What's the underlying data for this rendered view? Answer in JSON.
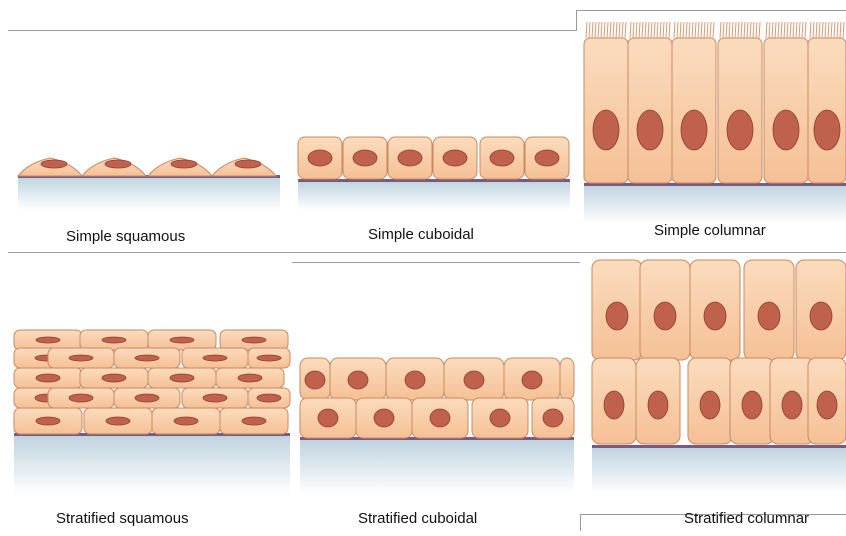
{
  "captions": {
    "simple_squamous": "Simple squamous",
    "simple_cuboidal": "Simple cuboidal",
    "simple_columnar": "Simple columnar",
    "stratified_squamous": "Stratified squamous",
    "stratified_cuboidal": "Stratified cuboidal",
    "stratified_columnar": "Stratified columnar"
  },
  "colors": {
    "cell_fill": "#f8cfa8",
    "cell_stroke": "#c98a60",
    "nucleus_fill": "#c0614e",
    "nucleus_stroke": "#8f3f31",
    "basement_membrane": "#7b5a7f",
    "connective_tissue_top": "#bdd2df",
    "connective_tissue_bottom": "#ffffff",
    "cilia": "#d99a72"
  }
}
